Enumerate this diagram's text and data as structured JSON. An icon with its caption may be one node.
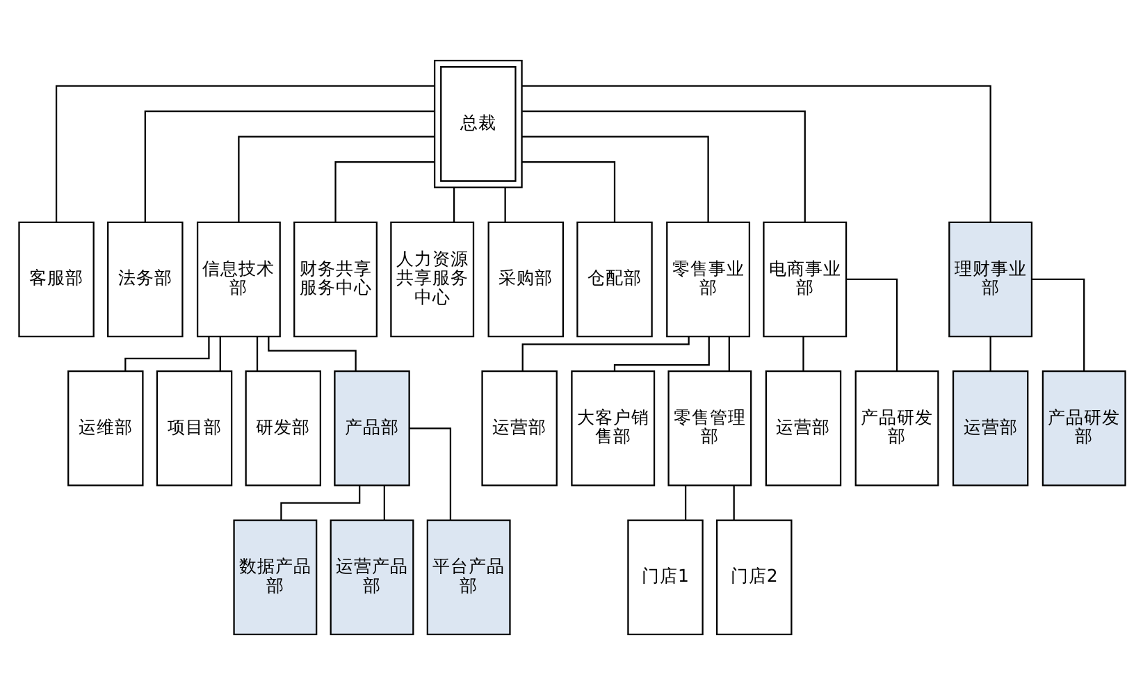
{
  "diagram": {
    "nodes": [
      {
        "text": [
          "总裁"
        ]
      },
      {
        "text": [
          "客服部"
        ]
      },
      {
        "text": [
          "法务部"
        ]
      },
      {
        "text": [
          "信息技术部"
        ]
      },
      {
        "text": [
          "财务共享服务中心"
        ]
      },
      {
        "text": [
          "人力资源共享服务中心"
        ]
      },
      {
        "text": [
          "采购部"
        ]
      },
      {
        "text": [
          "仓配部"
        ]
      },
      {
        "text": [
          "零售事业部"
        ]
      },
      {
        "text": [
          "电商事业部"
        ]
      },
      {
        "text": [
          "理财事业部"
        ]
      },
      {
        "text": [
          "运维部"
        ]
      },
      {
        "text": [
          "项目部"
        ]
      },
      {
        "text": [
          "研发部"
        ]
      },
      {
        "text": [
          "产品部"
        ]
      },
      {
        "text": [
          "运营部"
        ]
      },
      {
        "text": [
          "大客户销售部"
        ]
      },
      {
        "text": [
          "零售管理部"
        ]
      },
      {
        "text": [
          "运营部"
        ]
      },
      {
        "text": [
          "产品研发部"
        ]
      },
      {
        "text": [
          "运营部"
        ]
      },
      {
        "text": [
          "产品研发部"
        ]
      },
      {
        "text": [
          "数据产品部"
        ]
      },
      {
        "text": [
          "运营产品部"
        ]
      },
      {
        "text": [
          "平台产品部"
        ]
      },
      {
        "text": [
          "门店1"
        ]
      },
      {
        "text": [
          "门店2"
        ]
      }
    ],
    "edges": [
      {
        "from": 0,
        "to": 1,
        "arrow": "none"
      },
      {
        "from": 0,
        "to": 2,
        "arrow": "none"
      },
      {
        "from": 0,
        "to": 3,
        "arrow": "none"
      },
      {
        "from": 0,
        "to": 4,
        "arrow": "none"
      },
      {
        "from": 0,
        "to": 5,
        "arrow": "none"
      },
      {
        "from": 0,
        "to": 6,
        "arrow": "none"
      },
      {
        "from": 0,
        "to": 7,
        "arrow": "none"
      },
      {
        "from": 0,
        "to": 8,
        "arrow": "none"
      },
      {
        "from": 0,
        "to": 9,
        "arrow": "none"
      },
      {
        "from": 0,
        "to": 10,
        "arrow": "none"
      },
      {
        "from": 3,
        "to": 11,
        "arrow": "none"
      },
      {
        "from": 3,
        "to": 12,
        "arrow": "none"
      },
      {
        "from": 3,
        "to": 13,
        "arrow": "none"
      },
      {
        "from": 3,
        "to": 14,
        "arrow": "none"
      },
      {
        "from": 8,
        "to": 15,
        "arrow": "none"
      },
      {
        "from": 8,
        "to": 16,
        "arrow": "none"
      },
      {
        "from": 8,
        "to": 17,
        "arrow": "none"
      },
      {
        "from": 9,
        "to": 18,
        "arrow": "none"
      },
      {
        "from": 9,
        "to": 19,
        "arrow": "none"
      },
      {
        "from": 10,
        "to": 20,
        "arrow": "none"
      },
      {
        "from": 10,
        "to": 21,
        "arrow": "none"
      },
      {
        "from": 14,
        "to": 22,
        "arrow": "none"
      },
      {
        "from": 14,
        "to": 23,
        "arrow": "none"
      },
      {
        "from": 14,
        "to": 24,
        "arrow": "none"
      },
      {
        "from": 17,
        "to": 25,
        "arrow": "none"
      },
      {
        "from": 17,
        "to": 26,
        "arrow": "none"
      }
    ]
  }
}
